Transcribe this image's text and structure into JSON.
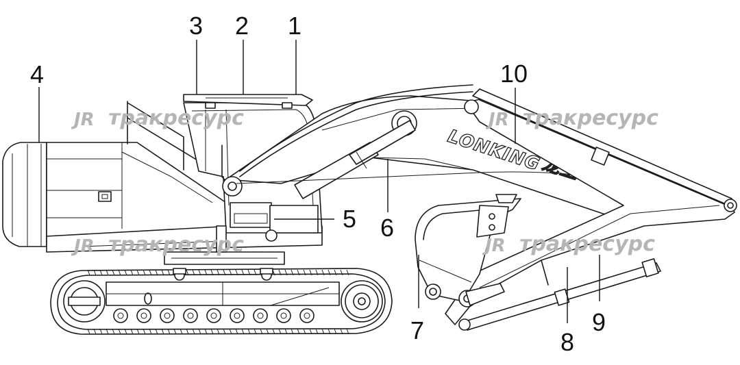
{
  "diagram": {
    "brand_text": "LONKING",
    "brand_cjk": "龙工",
    "watermark_logo": "JR",
    "watermark_text": "тракресурс",
    "callouts": [
      "1",
      "2",
      "3",
      "4",
      "5",
      "6",
      "7",
      "8",
      "9",
      "10"
    ]
  }
}
